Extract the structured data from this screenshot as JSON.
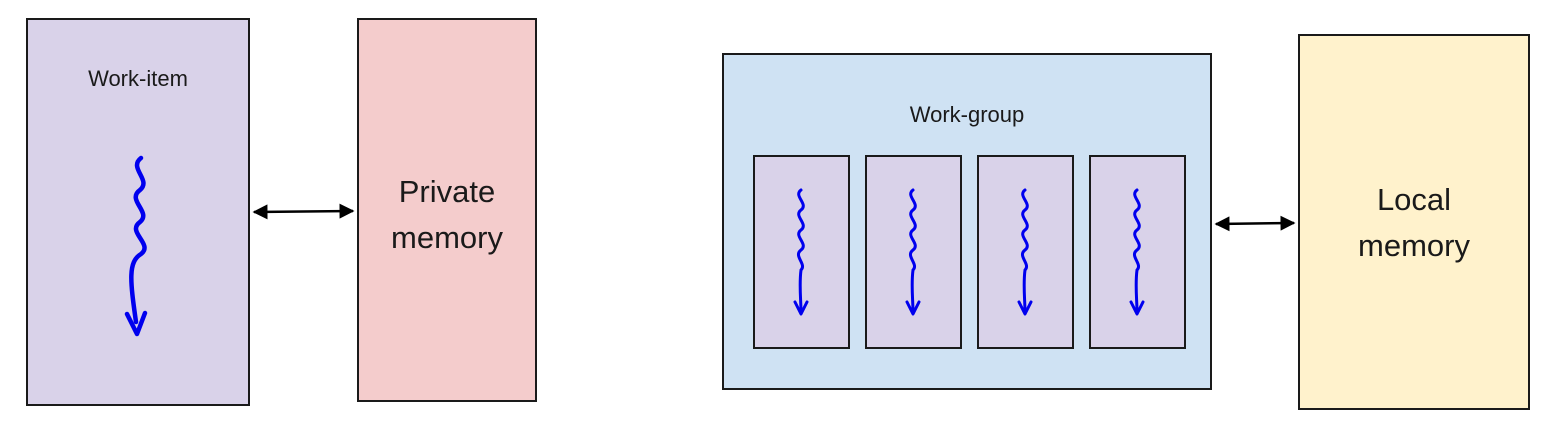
{
  "work_item": {
    "label": "Work-item"
  },
  "private_memory": {
    "line1": "Private",
    "line2": "memory"
  },
  "work_group": {
    "label": "Work-group"
  },
  "local_memory": {
    "line1": "Local",
    "line2": "memory"
  },
  "colors": {
    "work_item_fill": "#d9d2e9",
    "private_memory_fill": "#f4cccc",
    "work_group_fill": "#cfe2f3",
    "local_memory_fill": "#fff2cc",
    "thread_arrow": "#0000ee",
    "outline": "#1a1a1a"
  }
}
